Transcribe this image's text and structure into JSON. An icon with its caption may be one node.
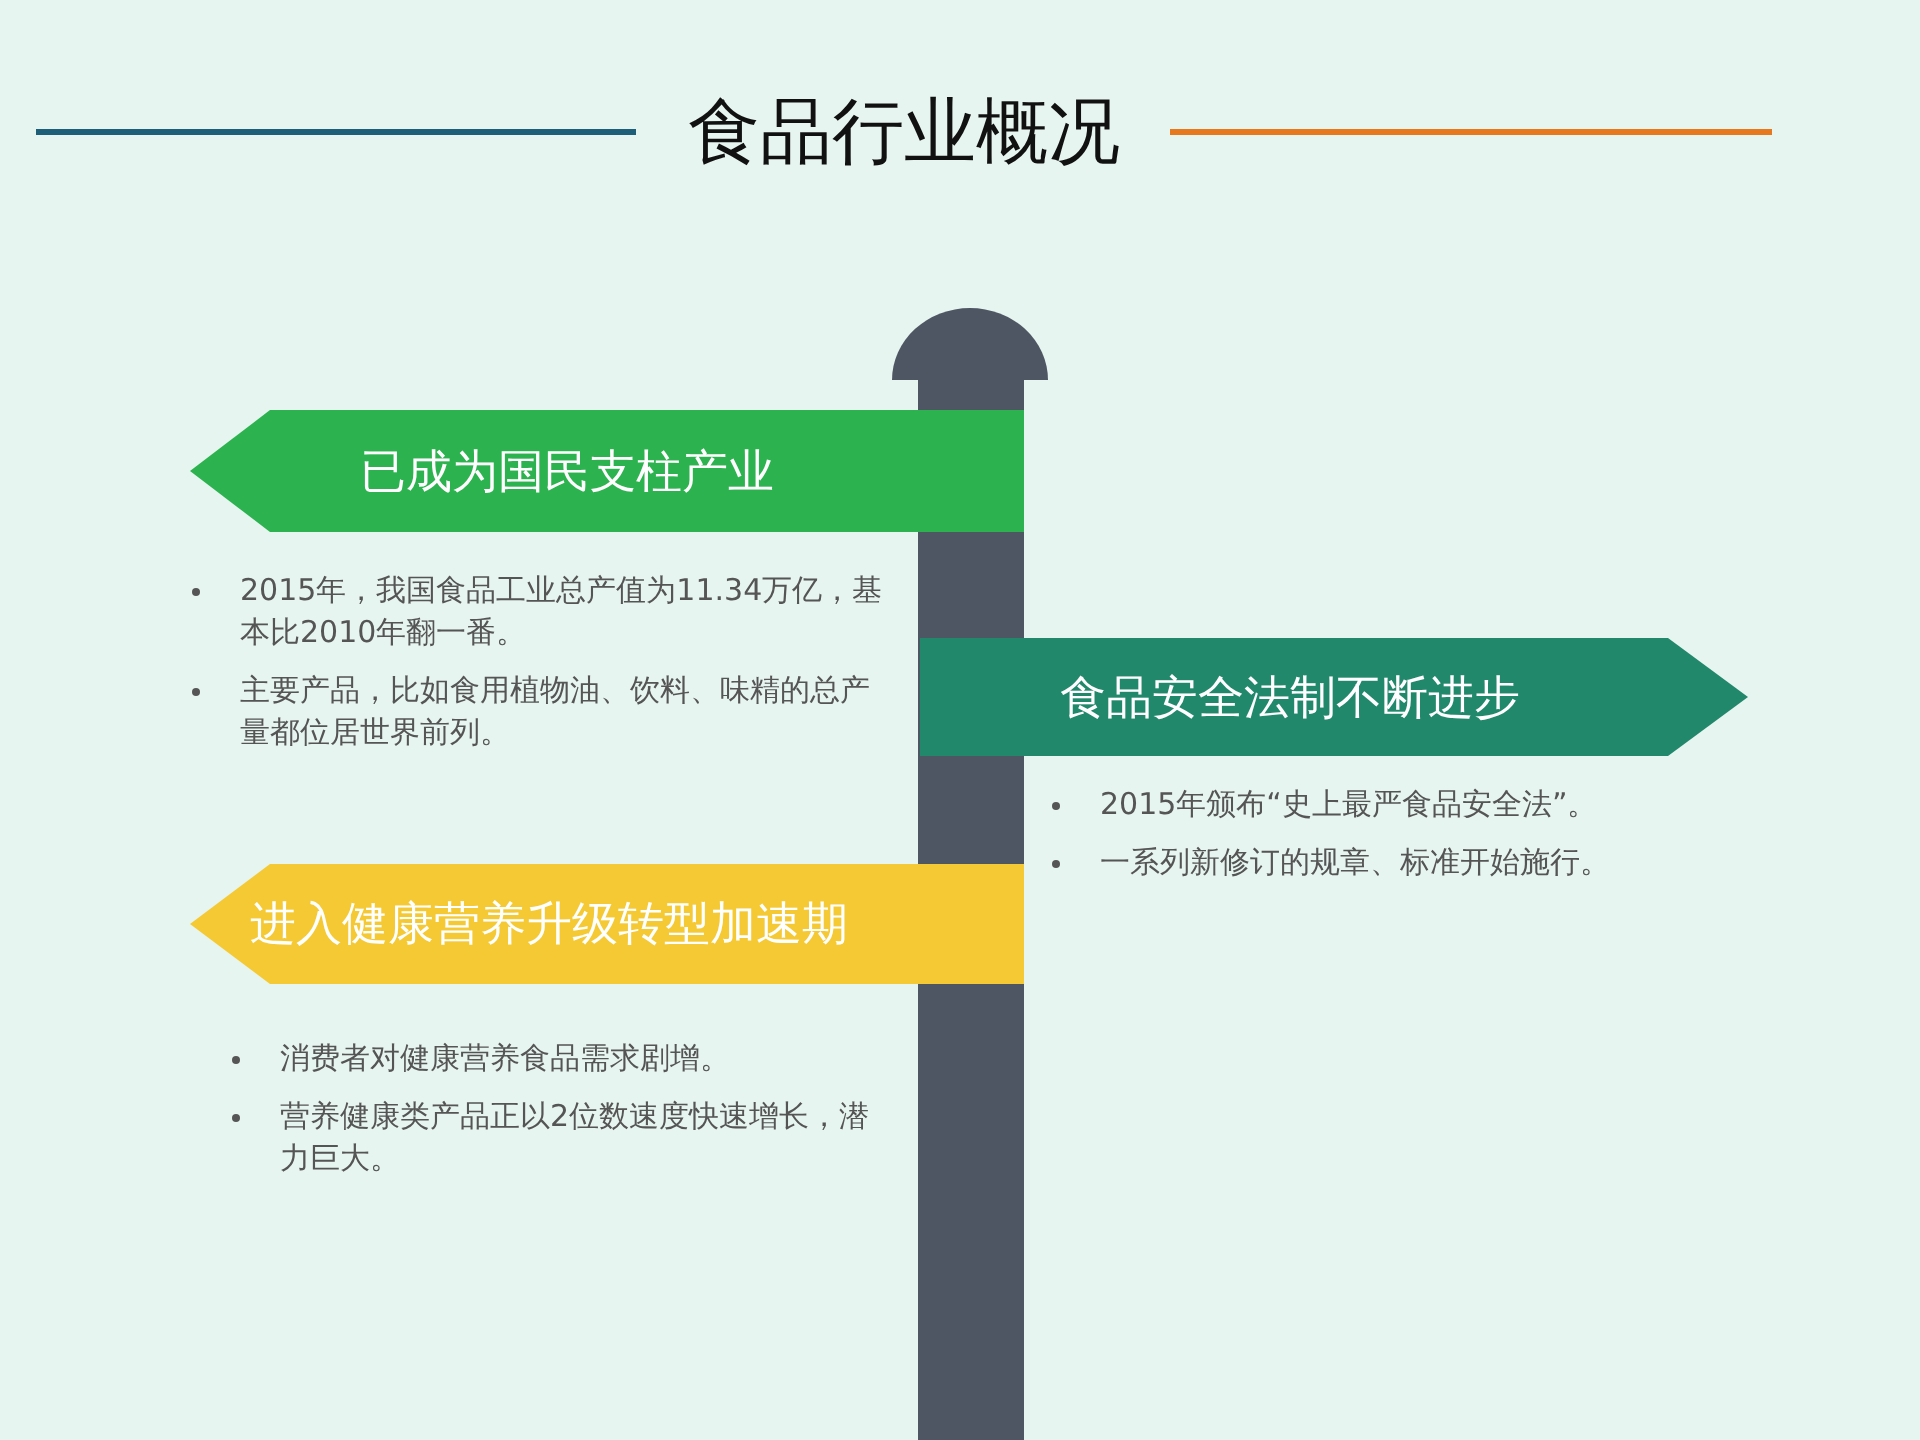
{
  "diagram": {
    "title": "食品行业概况",
    "nodes": [
      {
        "text": [
          "已成为国民支柱产业"
        ],
        "beside": [
          "2015年，我国食品工业总产值为11.34万亿，基本比2010年翻一番。",
          "主要产品，比如食用植物油、饮料、味精的总产量都位居世界前列。"
        ]
      },
      {
        "text": [
          "食品安全法制不断进步"
        ],
        "beside": [
          "2015年颁布“史上最严食品安全法”。",
          "一系列新修订的规章、标准开始施行。"
        ]
      },
      {
        "text": [
          "进入健康营养升级转型加速期"
        ],
        "beside": [
          "消费者对健康营养食品需求剧增。",
          "营养健康类产品正以2位数速度快速增长，潜力巨大。"
        ]
      }
    ],
    "edges": []
  }
}
